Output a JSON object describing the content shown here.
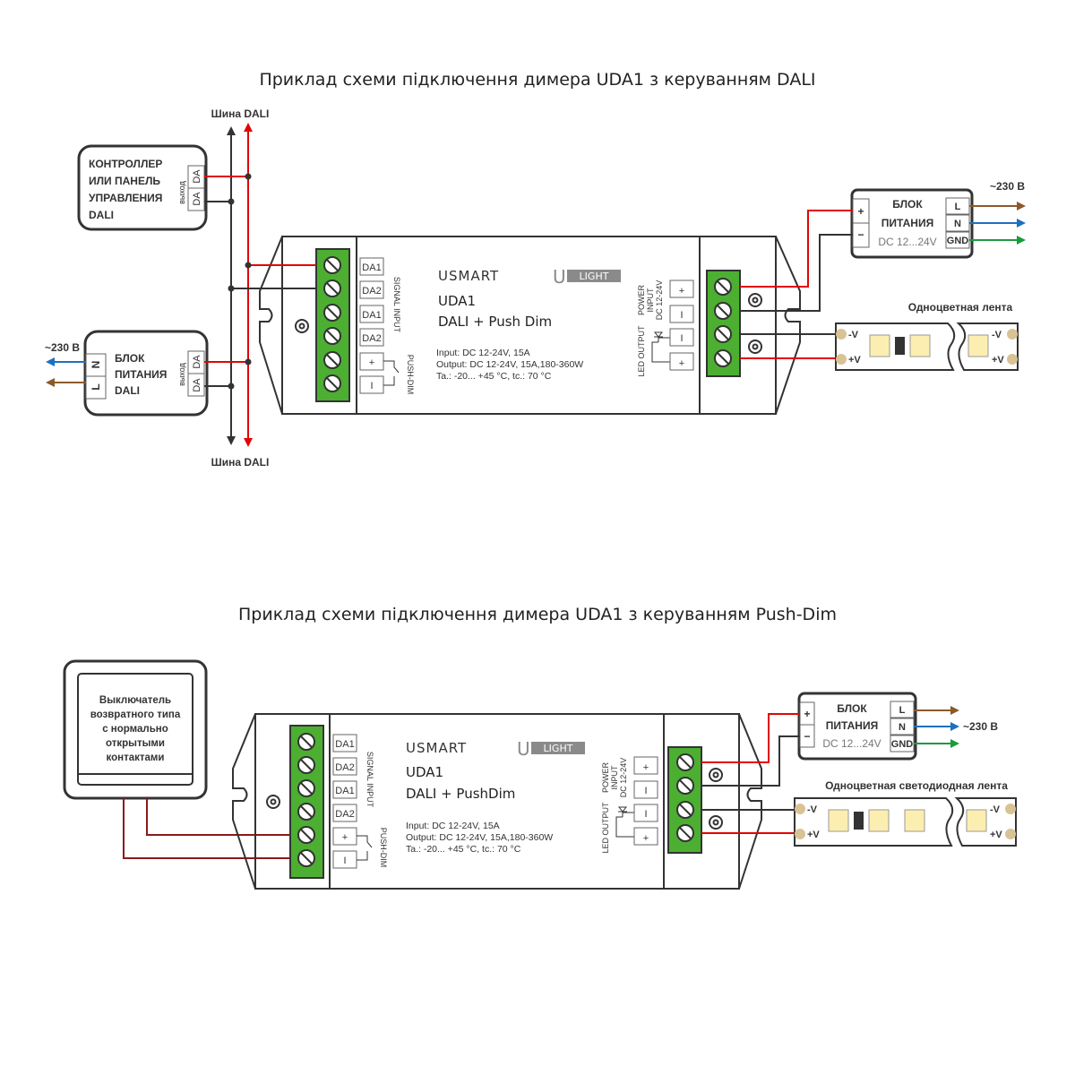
{
  "diagrams": [
    {
      "title": "Приклад схеми підключення димера UDA1 з керуванням DALI",
      "bus_label_top": "Шина DALI",
      "bus_label_bottom": "Шина DALI",
      "controller": {
        "lines": [
          "КОНТРОЛЛЕР",
          "ИЛИ ПАНЕЛЬ",
          "УПРАВЛЕНИЯ",
          "DALI"
        ],
        "output_label": "выход",
        "terminals": [
          "DA",
          "DA"
        ]
      },
      "dali_psu": {
        "lines": [
          "БЛОК",
          "ПИТАНИЯ",
          "DALI"
        ],
        "output_label": "выход",
        "input_terminals": [
          "N",
          "L"
        ],
        "output_terminals": [
          "DA",
          "DA"
        ],
        "mains_label": "~230 В"
      },
      "dimmer": {
        "brand": "USMART",
        "logo_u": "U",
        "logo_text": "LIGHT",
        "model": "UDA1",
        "subtitle": "DALI + Push Dim",
        "spec_lines": [
          "Input: DC 12-24V, 15A",
          "Output: DC 12-24V, 15A,180-360W",
          "Ta.: -20... +45 °C, tc.: 70 °C"
        ],
        "signal_terminals": [
          "DA1",
          "DA2",
          "DA1",
          "DA2",
          "+",
          "I"
        ],
        "signal_input_label": "SIGNAL INPUT",
        "push_dim_label": "PUSH-DIM",
        "power_terminals": [
          "+",
          "I",
          "I",
          "+"
        ],
        "power_input_label": [
          "POWER",
          "INPUT",
          "DC 12-24V"
        ],
        "led_output_label": "LED OUTPUT"
      },
      "psu": {
        "lines": [
          "БЛОК",
          "ПИТАНИЯ"
        ],
        "voltage": "DC 12...24V",
        "dc_terminals": [
          "+",
          "−"
        ],
        "ac_terminals": [
          "L",
          "N",
          "GND"
        ],
        "mains_label": "~230 В"
      },
      "strip": {
        "label": "Одноцветная лента",
        "pins": [
          "-V",
          "+V"
        ]
      }
    },
    {
      "title": "Приклад схеми підключення димера UDA1 з керуванням Push-Dim",
      "switch": {
        "lines": [
          "Выключатель",
          "возвратного типа",
          "с нормально",
          "открытыми",
          "контактами"
        ]
      },
      "dimmer": {
        "brand": "USMART",
        "logo_u": "U",
        "logo_text": "LIGHT",
        "model": "UDA1",
        "subtitle": "DALI + PushDim",
        "spec_lines": [
          "Input: DC 12-24V, 15A",
          "Output: DC 12-24V, 15A,180-360W",
          "Ta.: -20... +45 °C, tc.: 70 °C"
        ],
        "signal_terminals": [
          "DA1",
          "DA2",
          "DA1",
          "DA2",
          "+",
          "I"
        ],
        "signal_input_label": "SIGNAL INPUT",
        "push_dim_label": "PUSH-DIM",
        "power_terminals": [
          "+",
          "I",
          "I",
          "+"
        ],
        "power_input_label": [
          "POWER",
          "INPUT",
          "DC 12-24V"
        ],
        "led_output_label": "LED OUTPUT"
      },
      "psu": {
        "lines": [
          "БЛОК",
          "ПИТАНИЯ"
        ],
        "voltage": "DC 12...24V",
        "dc_terminals": [
          "+",
          "−"
        ],
        "ac_terminals": [
          "L",
          "N",
          "GND"
        ],
        "mains_label": "~230 В"
      },
      "strip": {
        "label": "Одноцветная светодиодная лента",
        "pins": [
          "-V",
          "+V"
        ]
      }
    }
  ],
  "colors": {
    "live_brown": "#8b5a2b",
    "neutral_blue": "#1f6fc0",
    "ground_green": "#1c9a3c",
    "dc_red": "#e10600",
    "terminal_green": "#4caf32",
    "led_yellow": "#fbeeb0",
    "pad_tan": "#d9c294"
  }
}
